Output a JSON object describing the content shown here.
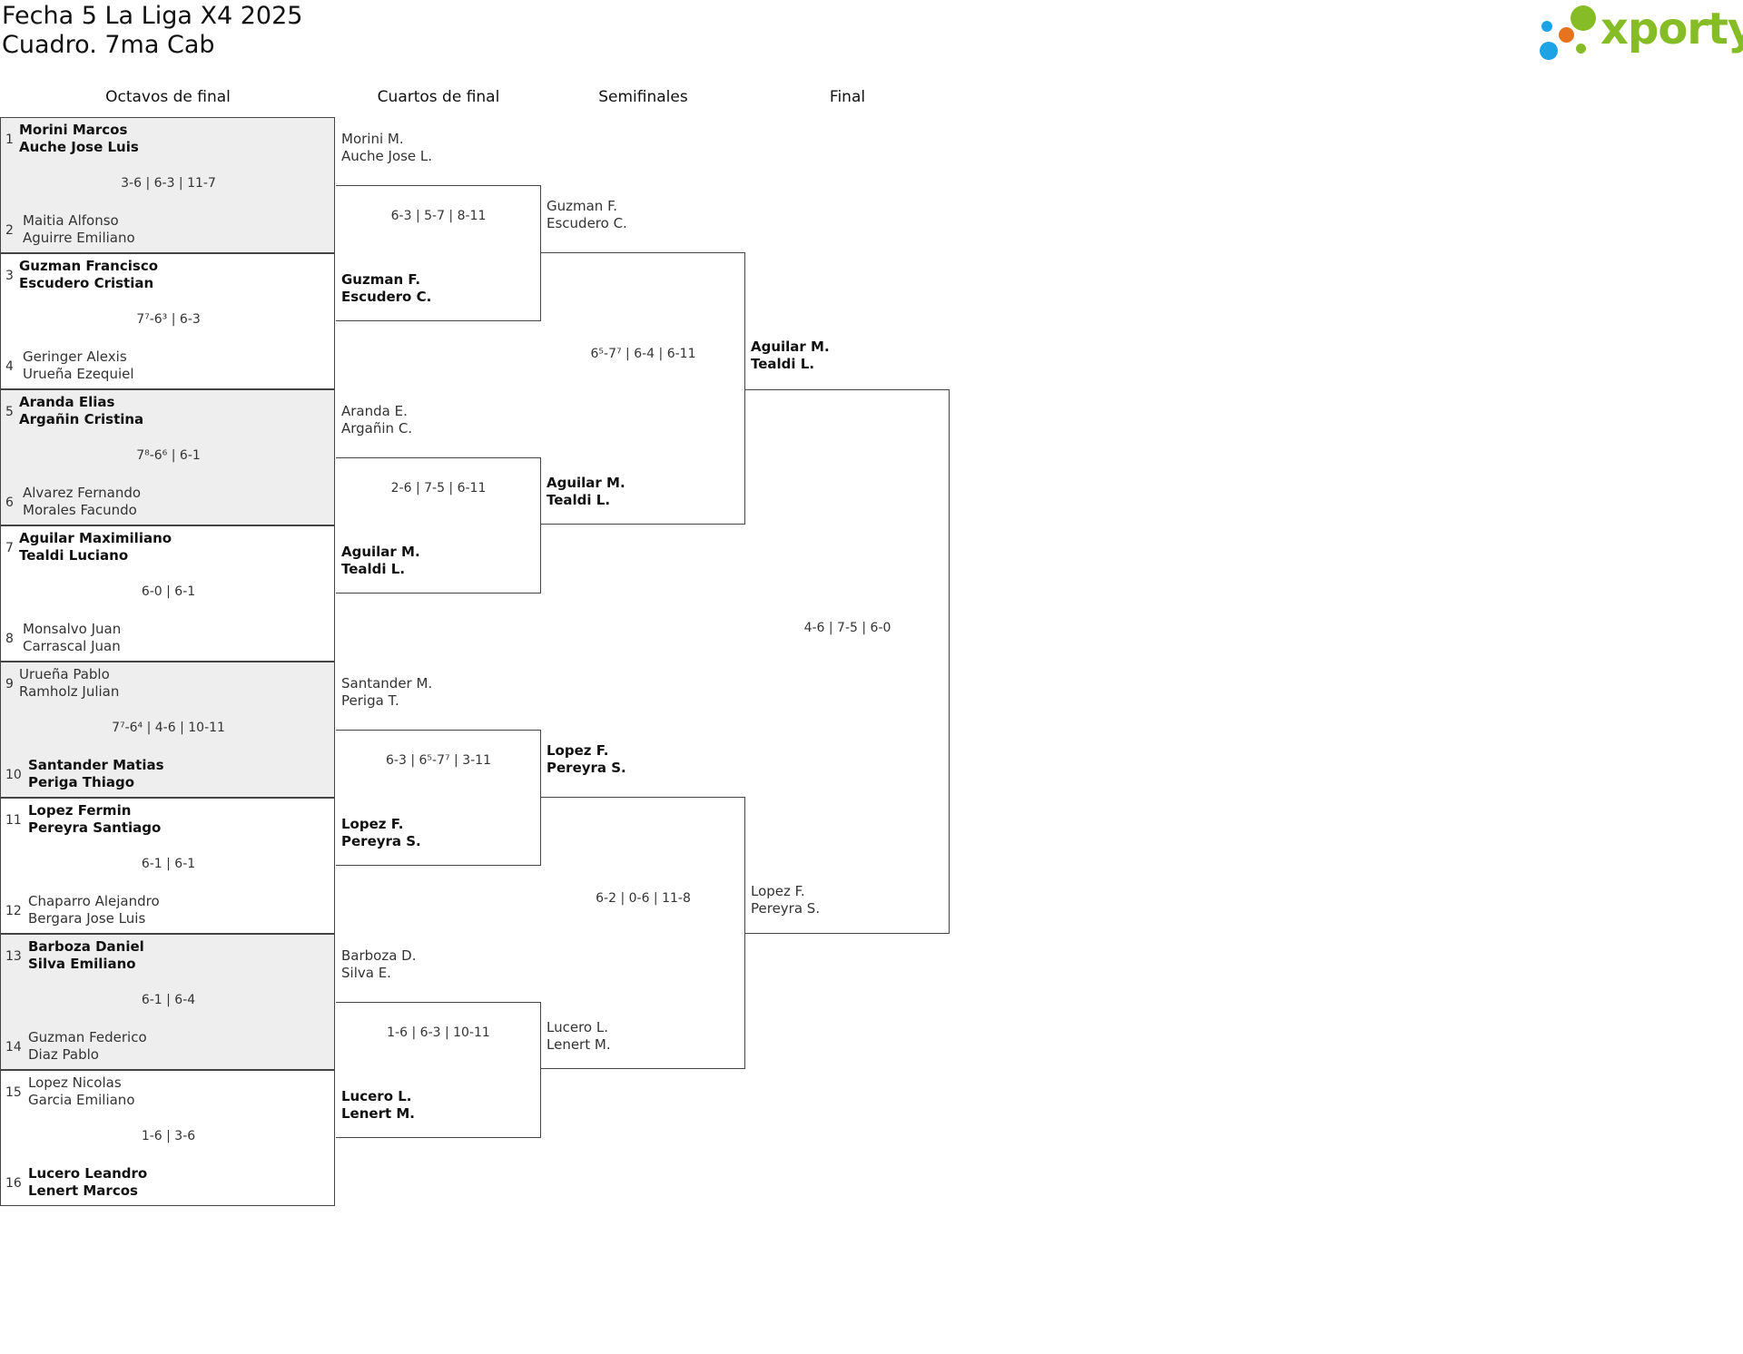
{
  "header": {
    "title": "Fecha 5 La Liga X4 2025",
    "subtitle": "Cuadro. 7ma Cab",
    "logo_text": "xporty"
  },
  "rounds": [
    "Octavos de final",
    "Cuartos de final",
    "Semifinales",
    "Final"
  ],
  "r16": [
    {
      "p1": {
        "seed": "1",
        "a": "Morini Marcos",
        "b": "Auche Jose Luis",
        "win": true
      },
      "p2": {
        "seed": "2",
        "a": "Maitia Alfonso",
        "b": "Aguirre Emiliano",
        "win": false
      },
      "score": "3-6 | 6-3 | 11-7"
    },
    {
      "p1": {
        "seed": "3",
        "a": "Guzman Francisco",
        "b": "Escudero Cristian",
        "win": true
      },
      "p2": {
        "seed": "4",
        "a": "Geringer Alexis",
        "b": "Urueña Ezequiel",
        "win": false
      },
      "score": "7⁷-6³ | 6-3"
    },
    {
      "p1": {
        "seed": "5",
        "a": "Aranda Elias",
        "b": "Argañin Cristina",
        "win": true
      },
      "p2": {
        "seed": "6",
        "a": "Alvarez Fernando",
        "b": "Morales Facundo",
        "win": false
      },
      "score": "7⁸-6⁶ | 6-1"
    },
    {
      "p1": {
        "seed": "7",
        "a": "Aguilar Maximiliano",
        "b": "Tealdi Luciano",
        "win": true
      },
      "p2": {
        "seed": "8",
        "a": "Monsalvo Juan",
        "b": "Carrascal Juan",
        "win": false
      },
      "score": "6-0 | 6-1"
    },
    {
      "p1": {
        "seed": "9",
        "a": "Urueña Pablo",
        "b": "Ramholz Julian",
        "win": false
      },
      "p2": {
        "seed": "10",
        "a": "Santander Matias",
        "b": "Periga Thiago",
        "win": true
      },
      "score": "7⁷-6⁴ | 4-6 | 10-11"
    },
    {
      "p1": {
        "seed": "11",
        "a": "Lopez Fermin",
        "b": "Pereyra Santiago",
        "win": true
      },
      "p2": {
        "seed": "12",
        "a": "Chaparro Alejandro",
        "b": "Bergara Jose Luis",
        "win": false
      },
      "score": "6-1 | 6-1"
    },
    {
      "p1": {
        "seed": "13",
        "a": "Barboza Daniel",
        "b": "Silva Emiliano",
        "win": true
      },
      "p2": {
        "seed": "14",
        "a": "Guzman Federico",
        "b": "Diaz Pablo",
        "win": false
      },
      "score": "6-1 | 6-4"
    },
    {
      "p1": {
        "seed": "15",
        "a": "Lopez Nicolas",
        "b": "Garcia Emiliano",
        "win": false
      },
      "p2": {
        "seed": "16",
        "a": "Lucero Leandro",
        "b": "Lenert Marcos",
        "win": true
      },
      "score": "1-6 | 3-6"
    }
  ],
  "qf": [
    {
      "top": {
        "a": "Morini M.",
        "b": "Auche Jose L.",
        "win": false
      },
      "bot": {
        "a": "Guzman F.",
        "b": "Escudero C.",
        "win": true
      },
      "score": "6-3 | 5-7 | 8-11"
    },
    {
      "top": {
        "a": "Aranda E.",
        "b": "Argañin C.",
        "win": false
      },
      "bot": {
        "a": "Aguilar M.",
        "b": "Tealdi L.",
        "win": true
      },
      "score": "2-6 | 7-5 | 6-11"
    },
    {
      "top": {
        "a": "Santander M.",
        "b": "Periga T.",
        "win": false
      },
      "bot": {
        "a": "Lopez F.",
        "b": "Pereyra S.",
        "win": true
      },
      "score": "6-3 | 6⁵-7⁷ | 3-11"
    },
    {
      "top": {
        "a": "Barboza D.",
        "b": "Silva E.",
        "win": false
      },
      "bot": {
        "a": "Lucero L.",
        "b": "Lenert M.",
        "win": true
      },
      "score": "1-6 | 6-3 | 10-11"
    }
  ],
  "sf": [
    {
      "top": {
        "a": "Guzman F.",
        "b": "Escudero C.",
        "win": false
      },
      "bot": {
        "a": "Aguilar M.",
        "b": "Tealdi L.",
        "win": true
      },
      "score": "6⁵-7⁷ | 6-4 | 6-11"
    },
    {
      "top": {
        "a": "Lopez F.",
        "b": "Pereyra S.",
        "win": true
      },
      "bot": {
        "a": "Lucero L.",
        "b": "Lenert M.",
        "win": false
      },
      "score": "6-2 | 0-6 | 11-8"
    }
  ],
  "final": {
    "top": {
      "a": "Aguilar M.",
      "b": "Tealdi L.",
      "win": true
    },
    "bot": {
      "a": "Lopez F.",
      "b": "Pereyra S.",
      "win": false
    },
    "score": "4-6 | 7-5 | 6-0"
  }
}
